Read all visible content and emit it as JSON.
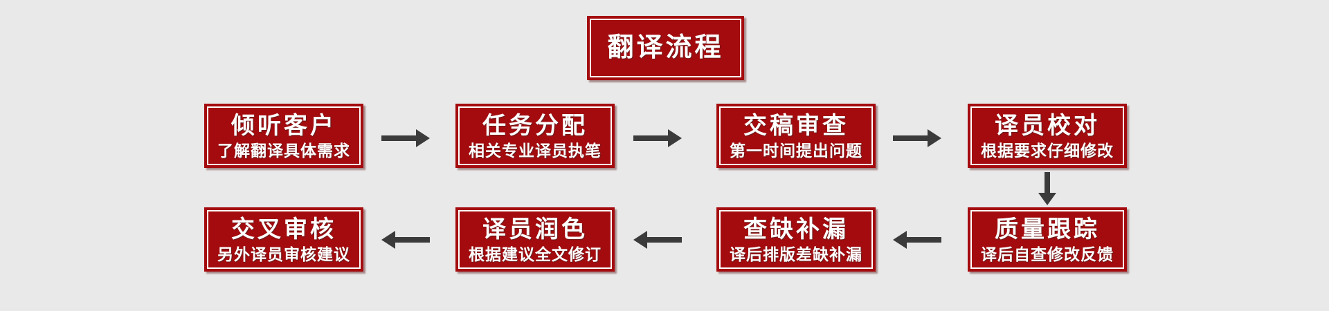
{
  "page": {
    "background_color": "#e9e9e9",
    "node_color": "#a40b0e",
    "node_border_color": "#ffffff",
    "arrow_color": "#3b3b3b",
    "text_color": "#ffffff"
  },
  "title_node": {
    "label": "翻译流程"
  },
  "flow": {
    "row1": [
      {
        "title": "倾听客户",
        "subtitle": "了解翻译具体需求"
      },
      {
        "title": "任务分配",
        "subtitle": "相关专业译员执笔"
      },
      {
        "title": "交稿审查",
        "subtitle": "第一时间提出问题"
      },
      {
        "title": "译员校对",
        "subtitle": "根据要求仔细修改"
      }
    ],
    "row2": [
      {
        "title": "交叉审核",
        "subtitle": "另外译员审核建议"
      },
      {
        "title": "译员润色",
        "subtitle": "根据建议全文修订"
      },
      {
        "title": "查缺补漏",
        "subtitle": "译后排版差缺补漏"
      },
      {
        "title": "质量跟踪",
        "subtitle": "译后自查修改反馈"
      }
    ]
  }
}
